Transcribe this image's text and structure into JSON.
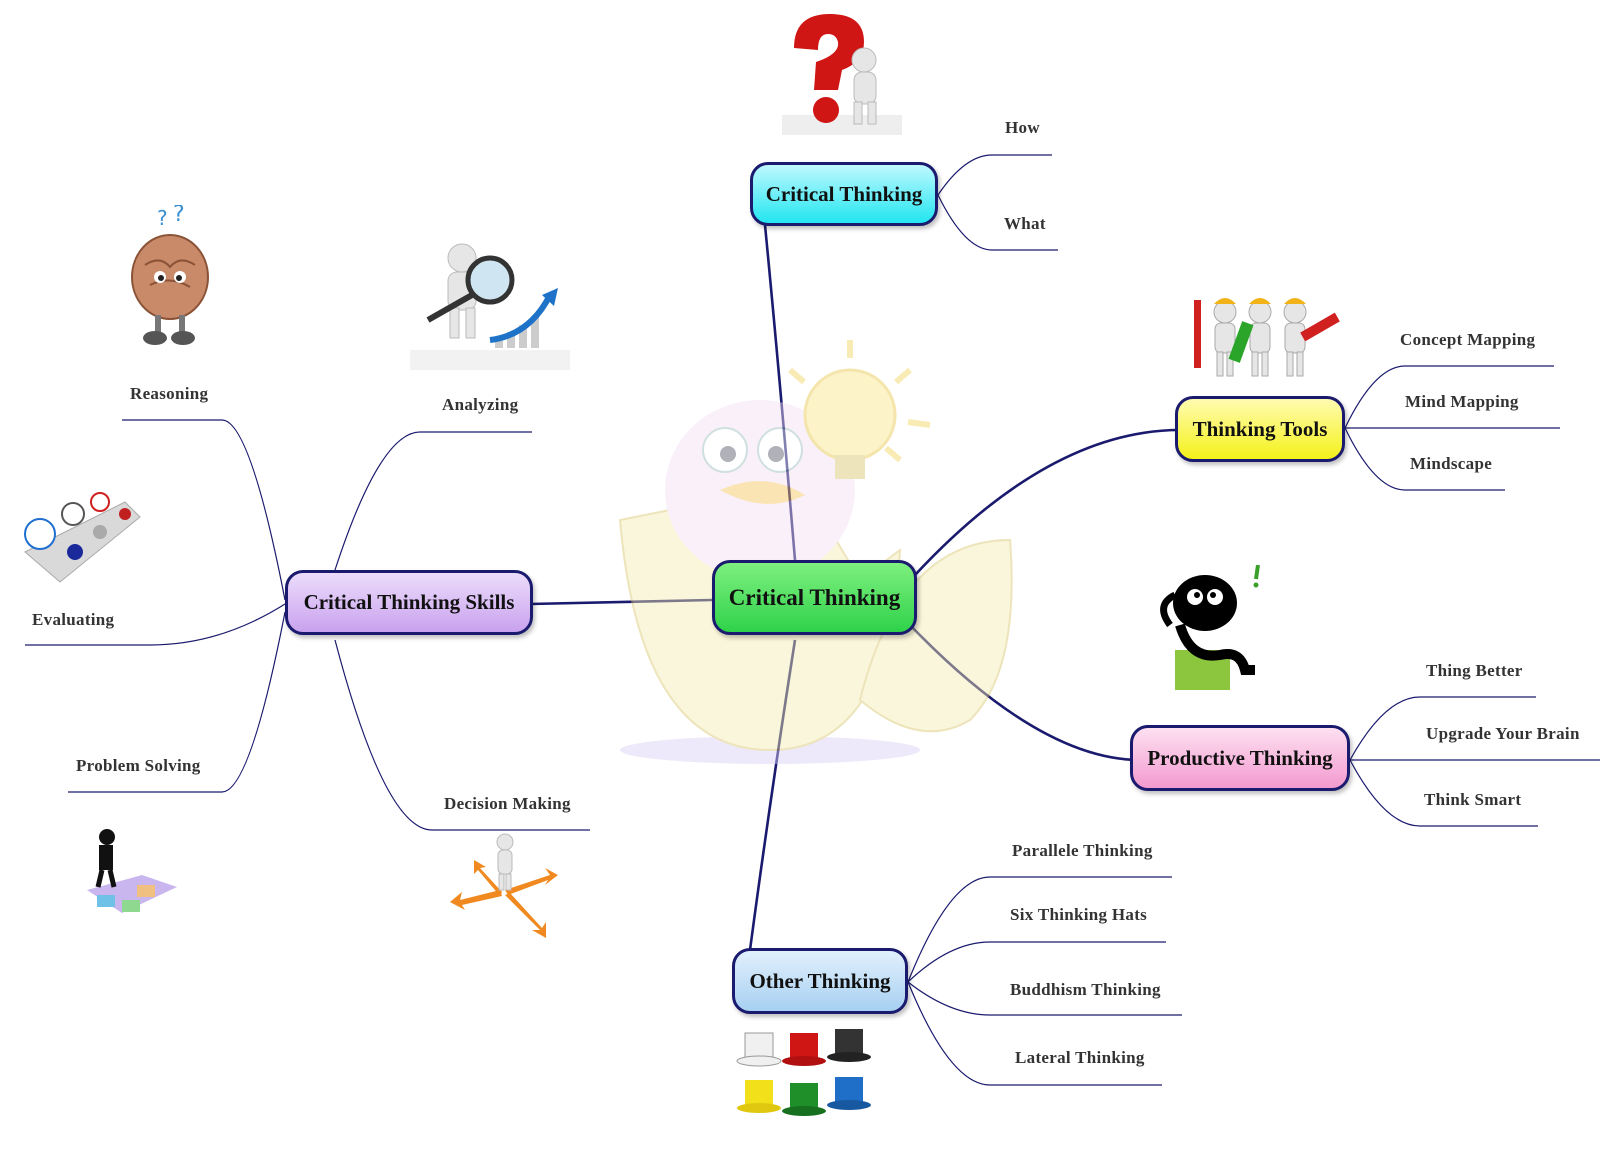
{
  "colors": {
    "edge": "#1a1a6e",
    "center_fill": "#2fd24a",
    "top_fill": "#22e6f0",
    "skills_fill": "#c9a2ee",
    "tools_fill": "#f4f21a",
    "productive_fill": "#f39ad0",
    "other_fill": "#a7d0f2"
  },
  "center": {
    "label": "Critical Thinking"
  },
  "topics": {
    "top": {
      "label": "Critical Thinking",
      "icon": "question-mark-figure-icon"
    },
    "skills": {
      "label": "Critical Thinking Skills"
    },
    "tools": {
      "label": "Thinking Tools",
      "icon": "workers-with-tools-icon"
    },
    "productive": {
      "label": "Productive Thinking",
      "icon": "thinking-figure-icon"
    },
    "other": {
      "label": "Other Thinking",
      "icon": "six-hats-icon"
    }
  },
  "leaves": {
    "how": "How",
    "what": "What",
    "reasoning": "Reasoning",
    "analyzing": "Analyzing",
    "evaluating": "Evaluating",
    "problem_solving": "Problem Solving",
    "decision_making": "Decision Making",
    "concept_mapping": "Concept Mapping",
    "mind_mapping": "Mind Mapping",
    "mindscape": "Mindscape",
    "thing_better": "Thing Better",
    "upgrade_brain": "Upgrade Your Brain",
    "think_smart": "Think Smart",
    "parallele": "Parallele Thinking",
    "six_hats": "Six Thinking Hats",
    "buddhism": "Buddhism Thinking",
    "lateral": "Lateral Thinking"
  },
  "icons": {
    "background": "chick-in-egg-with-lightbulb-icon",
    "reasoning": "brain-character-icon",
    "analyzing": "magnifier-chart-icon",
    "evaluating": "smiley-buttons-icon",
    "problem_solving": "puzzle-figure-icon",
    "decision_making": "crossroads-arrows-icon"
  }
}
